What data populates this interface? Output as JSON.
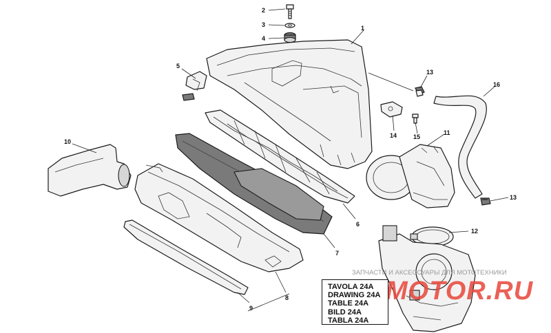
{
  "callouts": [
    {
      "id": "1",
      "text": "1"
    },
    {
      "id": "2",
      "text": "2"
    },
    {
      "id": "3",
      "text": "3"
    },
    {
      "id": "4",
      "text": "4"
    },
    {
      "id": "5",
      "text": "5"
    },
    {
      "id": "6",
      "text": "6"
    },
    {
      "id": "7",
      "text": "7"
    },
    {
      "id": "8",
      "text": "8"
    },
    {
      "id": "9",
      "text": "9"
    },
    {
      "id": "10",
      "text": "10"
    },
    {
      "id": "11",
      "text": "11"
    },
    {
      "id": "12",
      "text": "12"
    },
    {
      "id": "13a",
      "text": "13"
    },
    {
      "id": "13b",
      "text": "13"
    },
    {
      "id": "14",
      "text": "14"
    },
    {
      "id": "15",
      "text": "15"
    },
    {
      "id": "16",
      "text": "16"
    }
  ],
  "drawing_label": {
    "lines": [
      "TAVOLA 24A",
      "DRAWING 24A",
      "TABLE 24A",
      "BILD 24A",
      "TABLA 24A"
    ]
  },
  "watermark": {
    "subtitle": "ЗАПЧАСТИ И АКСЕССУАРЫ ДЛЯ МОТОТЕХНИКИ",
    "brand": "MOTOR.RU"
  },
  "colors": {
    "line": "#1a1a1a",
    "filter_element": "#7a7a7a",
    "watermark_red": "#e8463a"
  }
}
